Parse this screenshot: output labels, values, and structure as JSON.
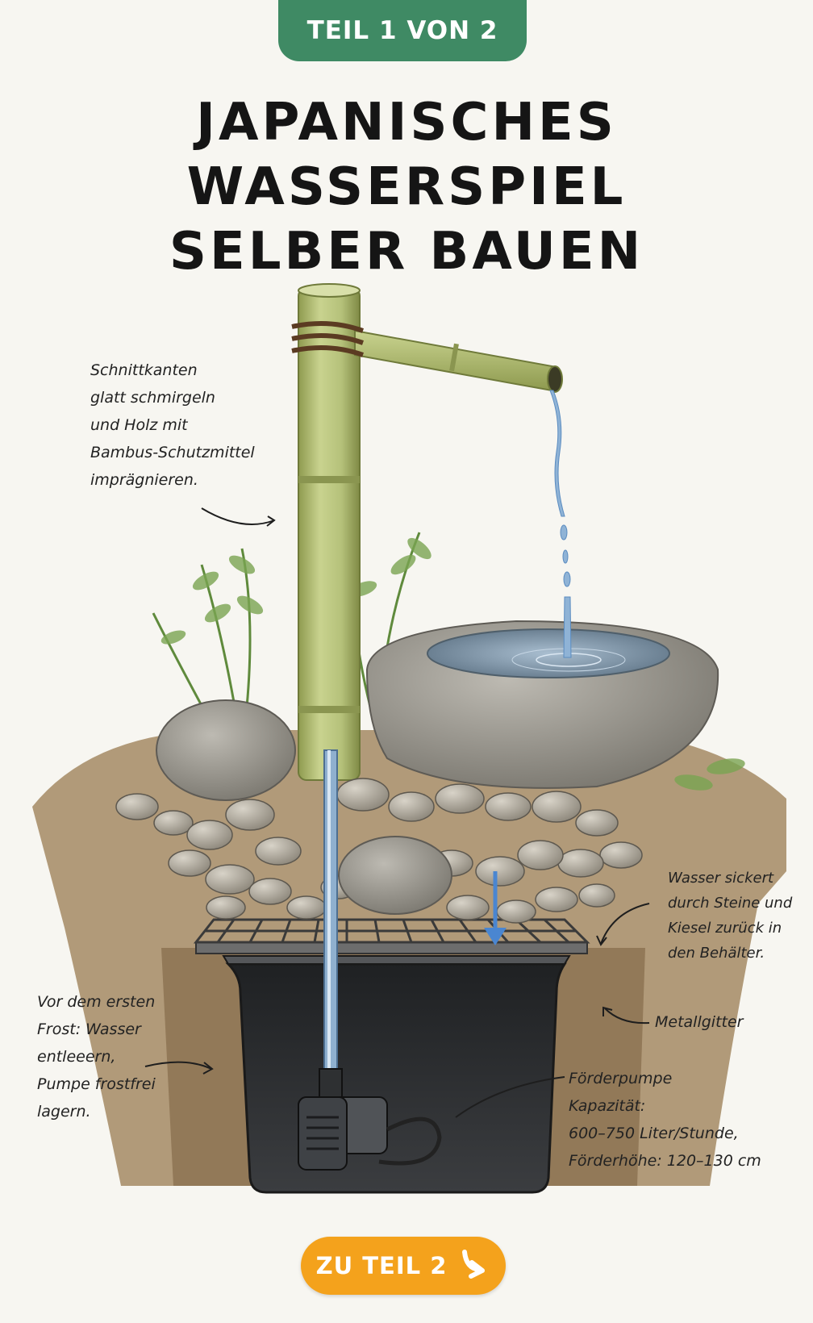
{
  "header": {
    "part_badge": "TEIL 1 VON 2"
  },
  "title_lines": [
    "JAPANISCHES",
    "WASSERSPIEL",
    "SELBER BAUEN"
  ],
  "annotations": {
    "bamboo_tip": [
      "Schnittkanten",
      "glatt schmirgeln",
      "und Holz mit",
      "Bambus-Schutzmittel",
      "imprägnieren."
    ],
    "water_return": [
      "Wasser sickert",
      "durch Steine und",
      "Kiesel zurück in",
      "den Behälter."
    ],
    "grid": "Metallgitter",
    "frost_tip": [
      "Vor dem ersten",
      "Frost: Wasser",
      "entleeern,",
      "Pumpe frostfrei",
      "lagern."
    ],
    "pump": [
      "Förderpumpe",
      "Kapazität:",
      "600–750 Liter/Stunde,",
      "Förderhöhe: 120–130 cm"
    ]
  },
  "cta": {
    "label": "ZU TEIL 2",
    "icon": "arrow-down-right-icon"
  },
  "colors": {
    "badge": "#3f8a64",
    "cta": "#f4a21c",
    "bamboo": "#b7c27a",
    "water": "#5b92d4",
    "tub": "#2c2e30"
  }
}
